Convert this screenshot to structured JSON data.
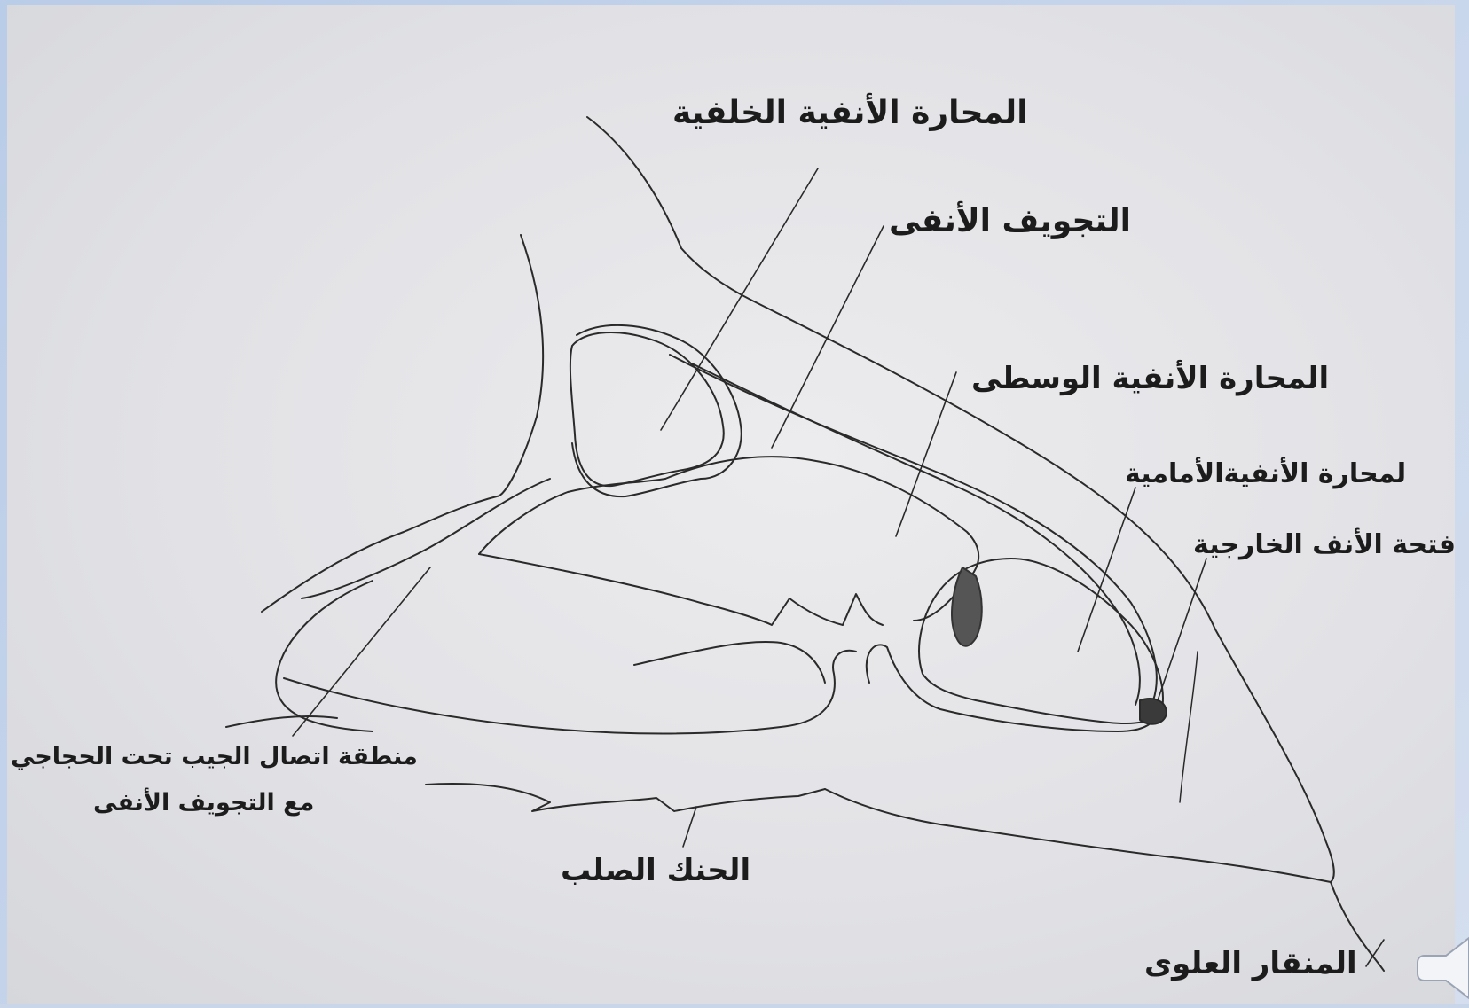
{
  "diagram": {
    "labels": {
      "posterior_concha": "المحارة الأنفية الخلفية",
      "nasal_cavity": "التجويف الأنفى",
      "middle_concha": "المحارة الأنفية الوسطى",
      "anterior_concha": "لمحارة الأنفيةالأمامية",
      "external_nostril": "فتحة الأنف الخارجية",
      "sinus_connection_line1": "منطقة اتصال الجيب تحت الحجاجي",
      "sinus_connection_line2": "مع التجويف الأنفى",
      "hard_palate": "الحنك الصلب",
      "upper_beak": "المنقار العلوى"
    }
  },
  "controls": {
    "audio_icon": "speaker-icon"
  },
  "colors": {
    "ink": "#2a2a2a",
    "paper": "#e6e6e9",
    "frame": "#bfd0ea"
  }
}
